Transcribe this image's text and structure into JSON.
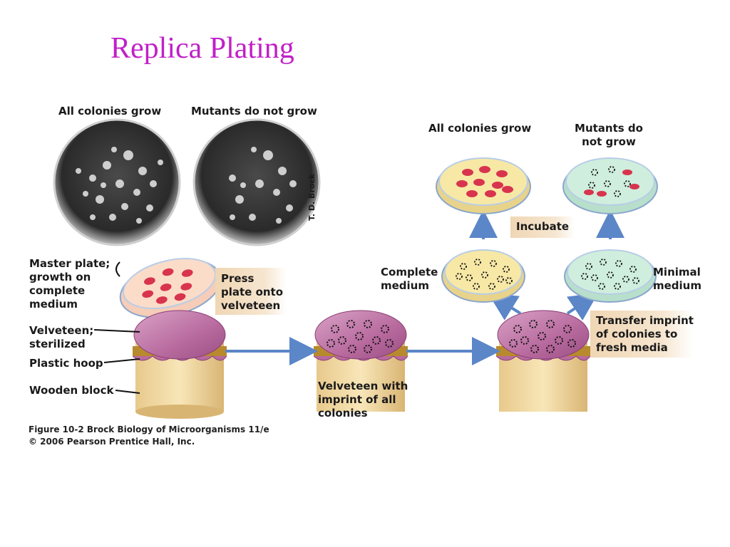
{
  "slide": {
    "title": "Replica Plating"
  },
  "photos": {
    "left_label": "All colonies grow",
    "right_label": "Mutants do not grow",
    "credit": "T. D. Brock"
  },
  "labels": {
    "master_plate": "Master plate;\ngrowth on\ncomplete\nmedium",
    "velveteen": "Velveteen;\nsterilized",
    "plastic_hoop": "Plastic hoop",
    "wooden_block": "Wooden block",
    "press_box": "Press\nplate onto\nvelveteen",
    "velveteen_imprint": "Velveteen with\nimprint of all\ncolonies",
    "complete_medium": "Complete\nmedium",
    "minimal_medium": "Minimal\nmedium",
    "incubate_box": "Incubate",
    "transfer_box": "Transfer imprint\nof colonies to\nfresh media",
    "top_all_grow": "All colonies grow",
    "top_mutants": "Mutants do\nnot grow"
  },
  "caption": {
    "line1": "Figure 10-2  Brock Biology of Microorganisms 11/e",
    "line2": "© 2006 Pearson Prentice Hall, Inc."
  },
  "colors": {
    "title": "#c020c8",
    "arrow": "#5b86c8",
    "velvet": "#b86a9e",
    "colony_red": "#d8344e",
    "complete_agar": "#f7e8a6",
    "minimal_agar": "#cfeedd",
    "tan_box": "#f0d6b4"
  }
}
